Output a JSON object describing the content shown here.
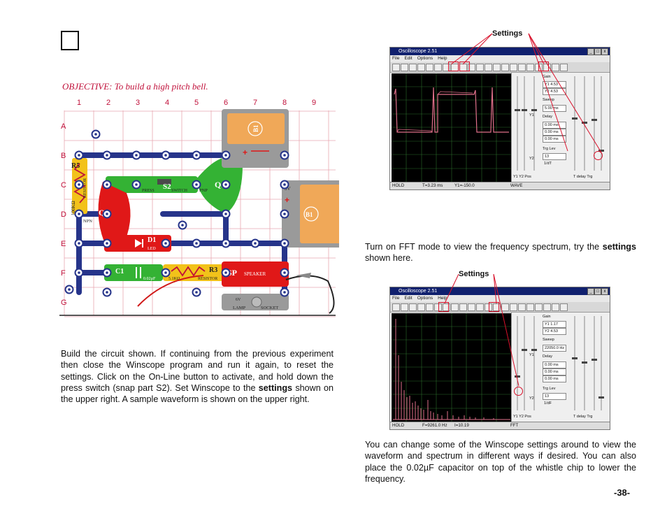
{
  "objective": "OBJECTIVE:  To build a high pitch bell.",
  "build_text": "Build the circuit shown.  If continuing from the previous experiment then close the Winscope program and run it again, to reset the settings.  Click on the On-Line button to activate, and hold down the press switch (snap part S2).  Set Winscope to the",
  "build_text_bold": "settings",
  "build_text_tail": "shown on the upper right.  A sample waveform is shown on the upper right.",
  "fft_text": "Turn on FFT mode to view the frequency spectrum, try the",
  "fft_text_bold": "settings",
  "fft_text_tail": "shown here.",
  "change_text": "You can change some of the Winscope settings around to view the waveform and spectrum in different ways if desired.  You can also place the 0.02µF capacitor on top of the whistle chip to lower the frequency.",
  "page_number": "-38-",
  "callout_label": "Settings",
  "circuit": {
    "columns": [
      "1",
      "2",
      "3",
      "4",
      "5",
      "6",
      "7",
      "8",
      "9"
    ],
    "rows": [
      "A",
      "B",
      "C",
      "D",
      "E",
      "F",
      "G"
    ],
    "parts": {
      "r5_label": "R5",
      "r5_name": "RESISTOR",
      "r5_value": "100KΩ",
      "s2_label": "S2",
      "s2_name1": "PRESS",
      "s2_name2": "SWITCH",
      "q1_label": "Q1",
      "q1_name": "PNP",
      "q2_label": "Q2",
      "q2_name": "NPN",
      "d1_label": "D1",
      "d1_name": "LED",
      "c1_label": "C1",
      "c1_value": "0.02µF",
      "r3_label": "R3",
      "r3_name": "RESISTOR",
      "r3_value": "5.1KΩ",
      "sp_label": "SP",
      "sp_name": "SPEAKER",
      "b1_label": "B1",
      "b1_volt": "3V",
      "lamp_volt": "6V",
      "lamp_name1": "LAMP",
      "lamp_name2": "SOCKET"
    }
  },
  "scope1": {
    "title": "Oscilloscope 2.51",
    "menus": [
      "File",
      "Edit",
      "Options",
      "Help"
    ],
    "panel": {
      "gain": "Gain",
      "y1": "Y1  4.53",
      "y2": "Y2  4.53",
      "sweep": "Sweep",
      "sweep_val": "5.00 ms",
      "delay": "Delay",
      "d1": "0.00 ms",
      "d2": "0.00 ms",
      "d3": "0.00 ms",
      "trg": "Trg Lev",
      "trg_val": "13",
      "trg_unit": "1/dT",
      "ch_y1": "Y1",
      "ch_y2": "Y2",
      "bottom": "Y1  Y2  Pos",
      "bottom2": "T    delay  Trg"
    },
    "status": [
      "HOLD",
      "T=3.23 ms",
      "Y1=-150.0",
      "WAVE"
    ]
  },
  "scope2": {
    "title": "Oscilloscope 2.51",
    "menus": [
      "File",
      "Edit",
      "Options",
      "Help"
    ],
    "panel": {
      "gain": "Gain",
      "y1": "Y1  1.17",
      "y2": "Y2  4.53",
      "sweep": "Sweep",
      "sweep_val": "22050.0 Hz",
      "delay": "Delay",
      "d1": "0.00 ms",
      "d2": "0.00 ms",
      "d3": "0.00 ms",
      "trg": "Trg Lev",
      "trg_val": "13",
      "trg_unit": "1/dF",
      "ch_y1": "Y1",
      "ch_y2": "Y2",
      "bottom": "Y1  Y2  Pos",
      "bottom2": "T    delay  Trg"
    },
    "status": [
      "HOLD",
      "F=9261.0 Hz",
      "I=10.19",
      "FFT"
    ]
  },
  "colors": {
    "accent_red": "#c0103a",
    "title_bar": "#10206e",
    "trace": "#e0708a",
    "scope_grid": "#2a6a2a"
  }
}
